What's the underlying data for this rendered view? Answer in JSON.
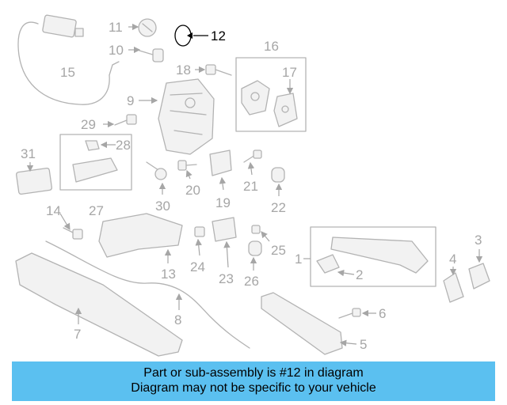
{
  "callouts": {
    "c1": "1",
    "c2": "2",
    "c3": "3",
    "c4": "4",
    "c5": "5",
    "c6": "6",
    "c7": "7",
    "c8": "8",
    "c9": "9",
    "c10": "10",
    "c11": "11",
    "c12": "12",
    "c13": "13",
    "c14": "14",
    "c15": "15",
    "c16": "16",
    "c17": "17",
    "c18": "18",
    "c19": "19",
    "c20": "20",
    "c21": "21",
    "c22": "22",
    "c23": "23",
    "c24": "24",
    "c25": "25",
    "c26": "26",
    "c27": "27",
    "c28": "28",
    "c29": "29",
    "c30": "30",
    "c31": "31"
  },
  "highlighted_part": "12",
  "banner": {
    "line1": "Part or sub-assembly is #12 in diagram",
    "line2": "Diagram may not be specific to your vehicle"
  },
  "colors": {
    "banner": "#5bc0f0",
    "parts": "#b3b3b3",
    "labels": "#a6a6a6",
    "highlight": "#000000"
  }
}
